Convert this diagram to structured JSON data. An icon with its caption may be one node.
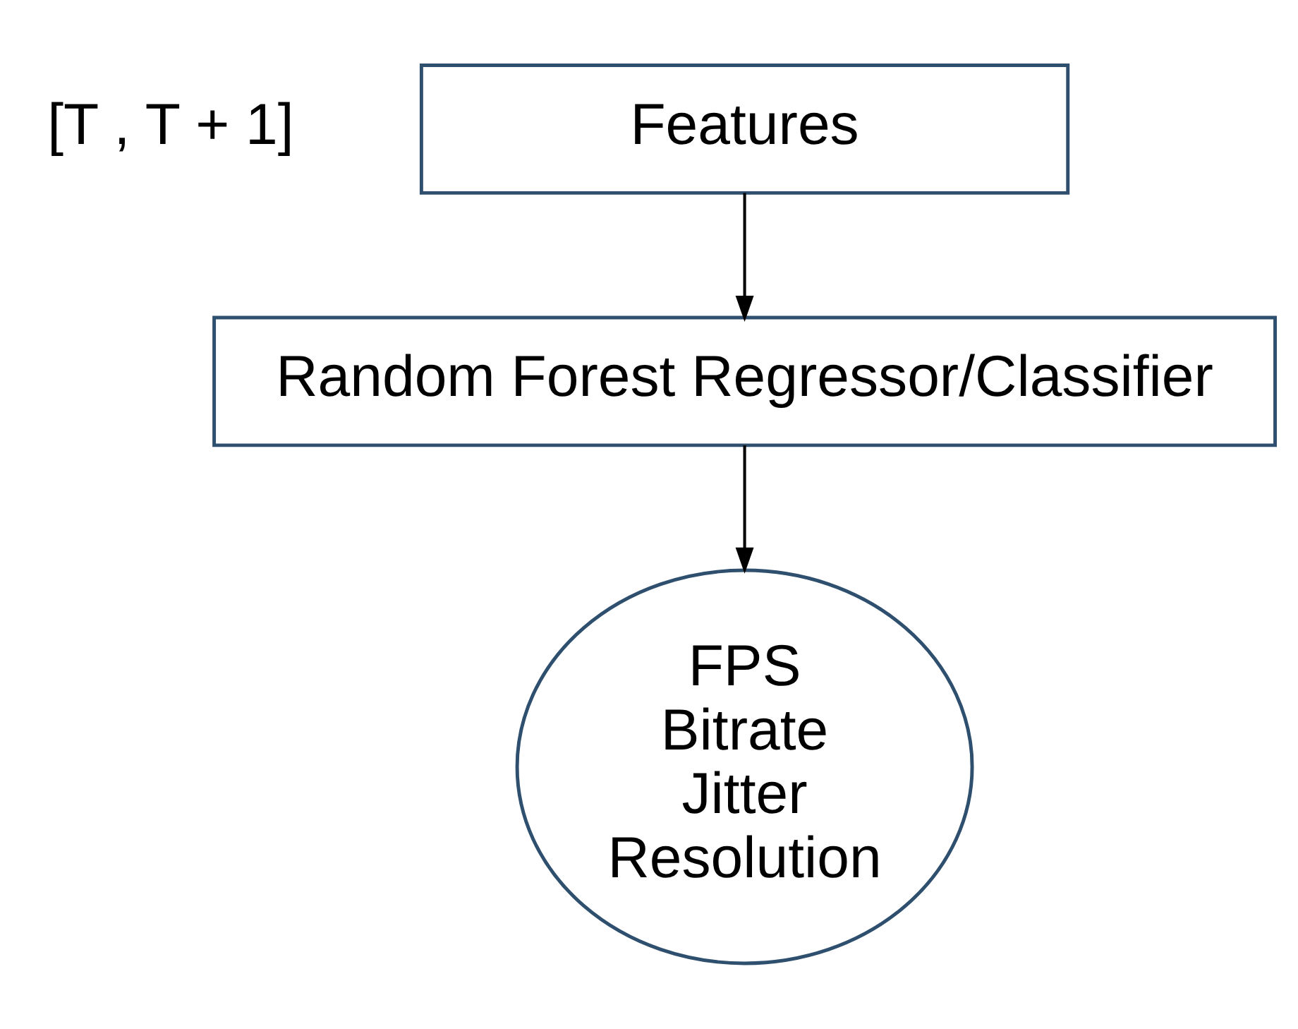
{
  "diagram": {
    "nodes": [
      {
        "text": [
          "Features"
        ],
        "beside": [
          "[T , T + 1]"
        ]
      },
      {
        "text": [
          "Random Forest Regressor/Classifier"
        ]
      },
      {
        "text": [
          "FPS",
          "Bitrate",
          "Jitter",
          "Resolution"
        ]
      }
    ],
    "edges": [
      {
        "from": 0,
        "to": 1,
        "arrow": "to"
      },
      {
        "from": 1,
        "to": 2,
        "arrow": "to"
      }
    ]
  }
}
